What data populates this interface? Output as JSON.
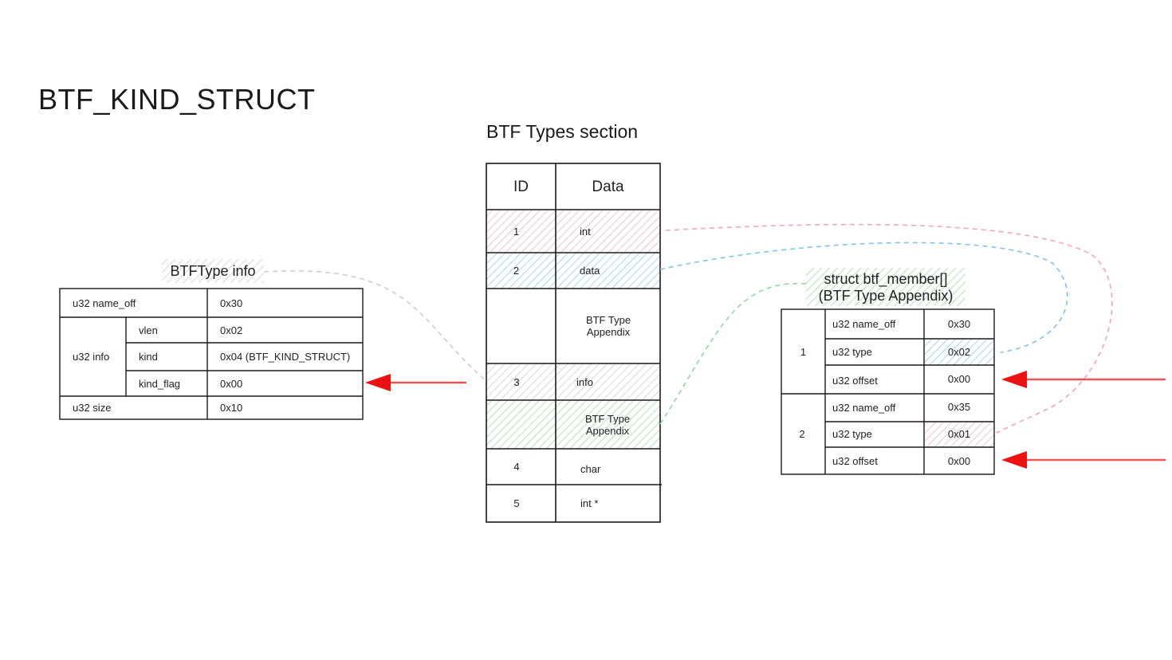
{
  "title": "BTF_KIND_STRUCT",
  "types_section": {
    "heading": "BTF Types section",
    "col_id": "ID",
    "col_data": "Data",
    "rows": [
      {
        "id": "1",
        "data": "int"
      },
      {
        "id": "2",
        "data": "data"
      },
      {
        "id": "",
        "data": "BTF Type Appendix"
      },
      {
        "id": "3",
        "data": "info"
      },
      {
        "id": "",
        "data": "BTF Type Appendix"
      },
      {
        "id": "4",
        "data": "char"
      },
      {
        "id": "5",
        "data": "int *"
      }
    ]
  },
  "btftype_info": {
    "label": "BTFType info",
    "name_off_label": "u32 name_off",
    "name_off_value": "0x30",
    "info_label": "u32 info",
    "vlen_label": "vlen",
    "vlen_value": "0x02",
    "kind_label": "kind",
    "kind_value": "0x04 (BTF_KIND_STRUCT)",
    "kind_flag_label": "kind_flag",
    "kind_flag_value": "0x00",
    "size_label": "u32 size",
    "size_value": "0x10"
  },
  "members": {
    "label_line1": "struct btf_member[]",
    "label_line2": "(BTF Type Appendix)",
    "groups": [
      {
        "index": "1",
        "fields": [
          {
            "name": "u32 name_off",
            "value": "0x30"
          },
          {
            "name": "u32 type",
            "value": "0x02"
          },
          {
            "name": "u32 offset",
            "value": "0x00"
          }
        ]
      },
      {
        "index": "2",
        "fields": [
          {
            "name": "u32 name_off",
            "value": "0x35"
          },
          {
            "name": "u32 type",
            "value": "0x01"
          },
          {
            "name": "u32 offset",
            "value": "0x00"
          }
        ]
      }
    ]
  },
  "colors": {
    "pink": "#f4a6b7",
    "blue": "#7fc4e8",
    "green": "#8fd99a",
    "grey": "#bfc7d1",
    "arrow_red": "#ee2222"
  }
}
